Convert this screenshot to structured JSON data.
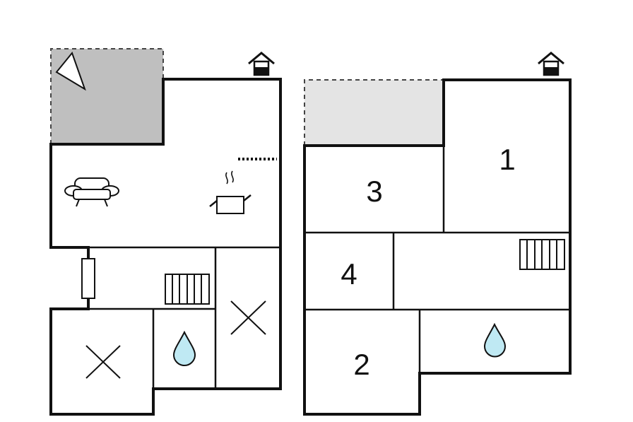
{
  "colors": {
    "wall": "#111111",
    "terrace_dark": "#bfbfbf",
    "terrace_light": "#e4e4e4",
    "water": "#bfe9f3",
    "background": "#ffffff"
  },
  "icons": {
    "entrance": "house-entrance-icon",
    "sofa": "sofa-icon",
    "kitchen": "cooking-pot-icon",
    "stairs": "stairs-icon",
    "bathroom": "water-drop-icon",
    "storage": "cross-icon",
    "compass": "compass-arrow-icon",
    "heater": "radiator-icon"
  },
  "upper_floor": {
    "rooms": [
      {
        "id": "room-1",
        "label": "1"
      },
      {
        "id": "room-2",
        "label": "2"
      },
      {
        "id": "room-3",
        "label": "3"
      },
      {
        "id": "room-4",
        "label": "4"
      }
    ]
  }
}
